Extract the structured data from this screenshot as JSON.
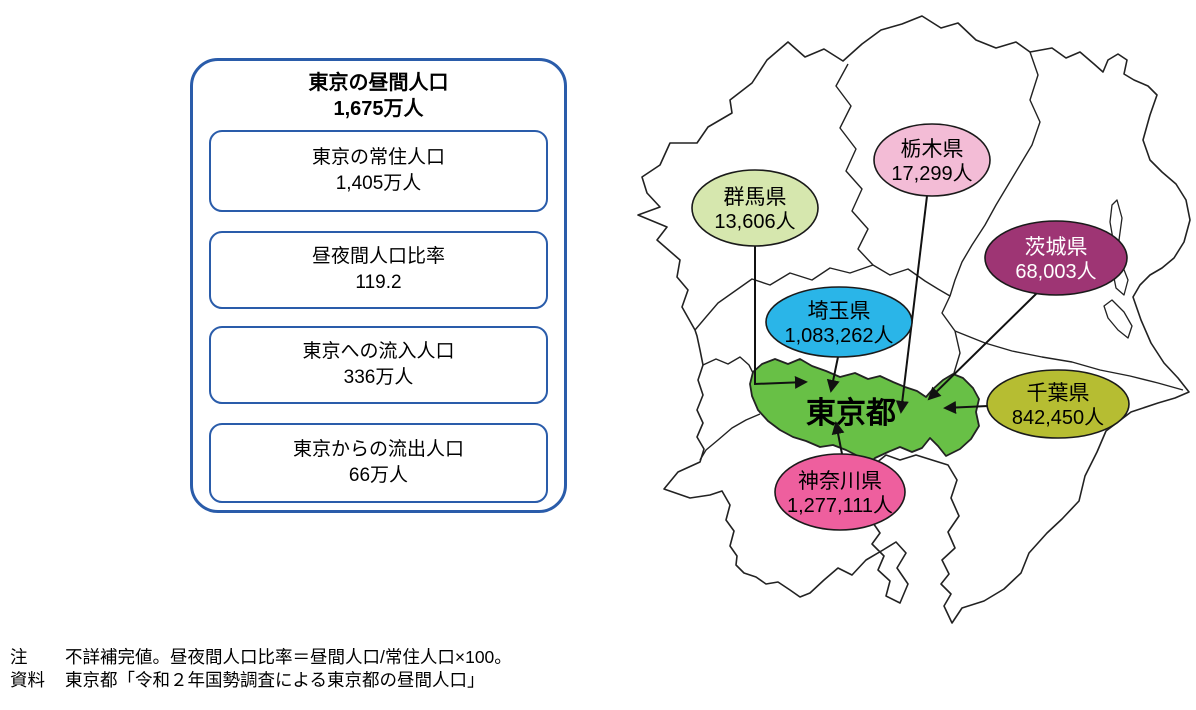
{
  "flowchart": {
    "border_color": "#2a5caa",
    "title": {
      "line1": "東京の昼間人口",
      "line2": "1,675万人"
    },
    "boxes": [
      {
        "label": "東京の常住人口",
        "value": "1,405万人"
      },
      {
        "label": "昼夜間人口比率",
        "value": "119.2"
      },
      {
        "label": "東京への流入人口",
        "value": "336万人"
      },
      {
        "label": "東京からの流出人口",
        "value": "66万人"
      }
    ]
  },
  "map": {
    "tokyo": {
      "label": "東京都",
      "fill": "#68c046"
    },
    "prefectures": [
      {
        "name": "群馬県",
        "value": "13,606人",
        "fill": "#d6e7ae",
        "text_color": "#000000"
      },
      {
        "name": "栃木県",
        "value": "17,299人",
        "fill": "#f3bcd6",
        "text_color": "#000000"
      },
      {
        "name": "茨城県",
        "value": "68,003人",
        "fill": "#9e3574",
        "text_color": "#ffffff"
      },
      {
        "name": "埼玉県",
        "value": "1,083,262人",
        "fill": "#2ab5e8",
        "text_color": "#000000"
      },
      {
        "name": "千葉県",
        "value": "842,450人",
        "fill": "#b6bd32",
        "text_color": "#000000"
      },
      {
        "name": "神奈川県",
        "value": "1,277,111人",
        "fill": "#ee5f9e",
        "text_color": "#000000"
      }
    ]
  },
  "notes": [
    {
      "label": "注",
      "text": "不詳補完値。昼夜間人口比率＝昼間人口/常住人口×100。"
    },
    {
      "label": "資料",
      "text": "東京都「令和２年国勢調査による東京都の昼間人口」"
    }
  ]
}
